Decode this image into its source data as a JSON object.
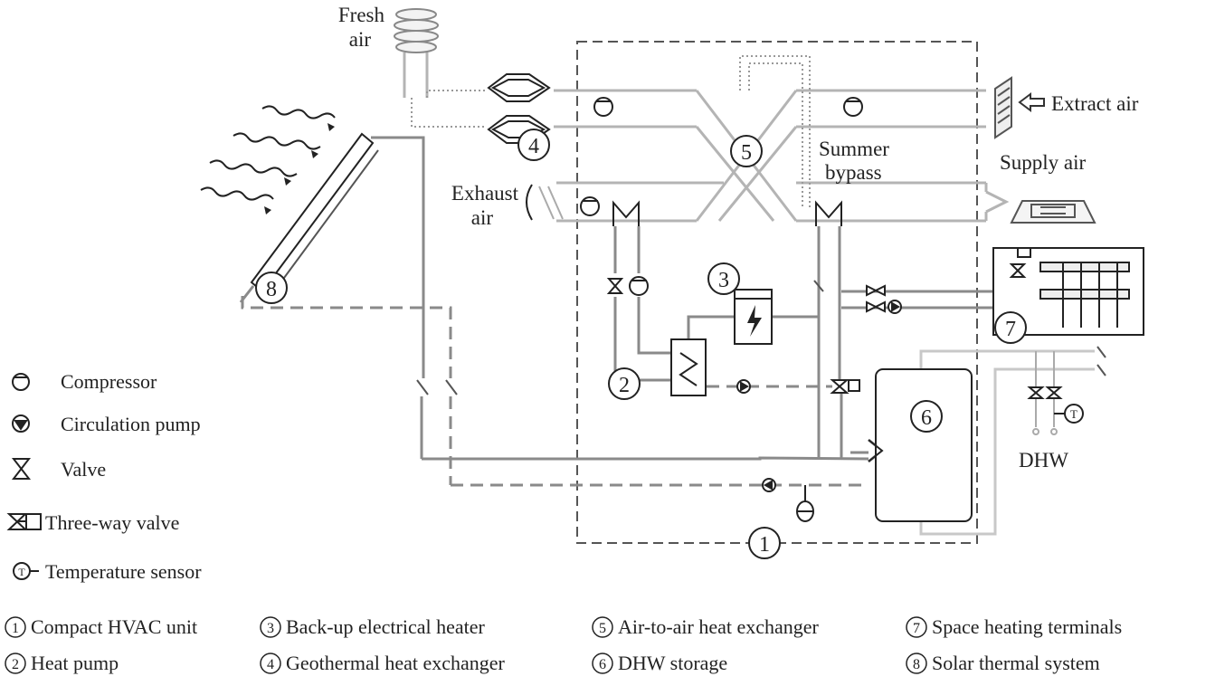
{
  "labels": {
    "fresh_air": [
      "Fresh",
      "air"
    ],
    "extract_air": "Extract air",
    "supply_air": "Supply air",
    "exhaust_air": [
      "Exhaust",
      "air"
    ],
    "summer_bypass": [
      "Summer",
      "bypass"
    ],
    "dhw": "DHW"
  },
  "callouts": [
    "1",
    "2",
    "3",
    "4",
    "5",
    "6",
    "7",
    "8"
  ],
  "symbol_legend": [
    {
      "icon": "compressor-icon",
      "text": "Compressor"
    },
    {
      "icon": "circulation-pump-icon",
      "text": "Circulation pump"
    },
    {
      "icon": "valve-icon",
      "text": "Valve"
    },
    {
      "icon": "three-way-valve-icon",
      "text": "Three-way valve"
    },
    {
      "icon": "temperature-sensor-icon",
      "text": "Temperature sensor"
    }
  ],
  "sensor_letter": "T",
  "component_legend": [
    {
      "num": "1",
      "text": "Compact HVAC unit"
    },
    {
      "num": "2",
      "text": "Heat pump"
    },
    {
      "num": "3",
      "text": "Back-up electrical heater"
    },
    {
      "num": "4",
      "text": "Geothermal heat exchanger"
    },
    {
      "num": "5",
      "text": "Air-to-air heat exchanger"
    },
    {
      "num": "6",
      "text": "DHW storage"
    },
    {
      "num": "7",
      "text": "Space heating terminals"
    },
    {
      "num": "8",
      "text": "Solar thermal system"
    }
  ],
  "colors": {
    "line": "#222222",
    "pipe": "#8a8a8a",
    "light_pipe": "#c8c8c8",
    "duct": "#b4b4b4"
  }
}
